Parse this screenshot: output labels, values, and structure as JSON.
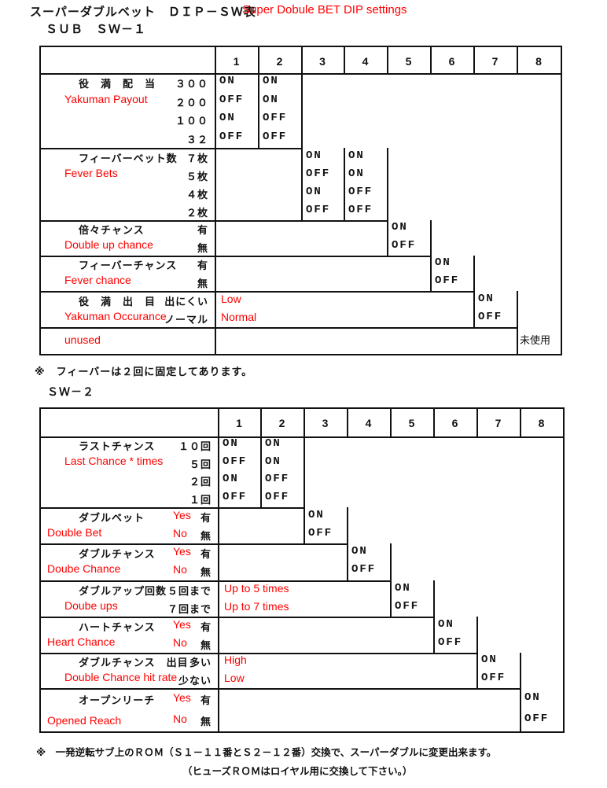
{
  "title": {
    "jp": "スーパーダブルベット　ＤＩＰ－ＳＷ表",
    "en": "Super Dobule BET DIP settings"
  },
  "sw1": {
    "heading": "ＳＵＢ　ＳＷ－１",
    "columns": [
      "1",
      "2",
      "3",
      "4",
      "5",
      "6",
      "7",
      "8"
    ],
    "groups": [
      {
        "label_jp": "役　満　配　当",
        "label_en": "Yakuman Payout",
        "cols": [
          1,
          2
        ],
        "options": [
          {
            "jp": "３００",
            "settings": [
              "ON",
              "ON"
            ]
          },
          {
            "jp": "２００",
            "settings": [
              "OFF",
              "ON"
            ]
          },
          {
            "jp": "１００",
            "settings": [
              "ON",
              "OFF"
            ]
          },
          {
            "jp": "３２",
            "settings": [
              "OFF",
              "OFF"
            ]
          }
        ]
      },
      {
        "label_jp": "フィーバーベット数",
        "label_en": "Fever Bets",
        "cols": [
          3,
          4
        ],
        "options": [
          {
            "jp": "７枚",
            "settings": [
              "ON",
              "ON"
            ]
          },
          {
            "jp": "５枚",
            "settings": [
              "OFF",
              "ON"
            ]
          },
          {
            "jp": "４枚",
            "settings": [
              "ON",
              "OFF"
            ]
          },
          {
            "jp": "２枚",
            "settings": [
              "OFF",
              "OFF"
            ]
          }
        ]
      },
      {
        "label_jp": "倍々チャンス",
        "label_en": "Double up chance",
        "cols": [
          5
        ],
        "options": [
          {
            "jp": "有",
            "settings": [
              "ON"
            ]
          },
          {
            "jp": "無",
            "settings": [
              "OFF"
            ]
          }
        ]
      },
      {
        "label_jp": "フィーバーチャンス",
        "label_en": "Fever chance",
        "cols": [
          6
        ],
        "options": [
          {
            "jp": "有",
            "settings": [
              "ON"
            ]
          },
          {
            "jp": "無",
            "settings": [
              "OFF"
            ]
          }
        ]
      },
      {
        "label_jp": "役　満　出　目",
        "label_en": "Yakuman Occurance",
        "cols": [
          7
        ],
        "options": [
          {
            "jp": "出にくい",
            "en_value": "Low",
            "settings": [
              "ON"
            ]
          },
          {
            "jp": "ノーマル",
            "en_value": "Normal",
            "settings": [
              "OFF"
            ]
          }
        ]
      },
      {
        "label_en": "unused",
        "cols": [
          8
        ],
        "options": [],
        "cell_text": "未使用"
      }
    ]
  },
  "note1": "※　フィーバーは２回に固定してあります。",
  "sw2": {
    "heading": "ＳＷ－２",
    "columns": [
      "1",
      "2",
      "3",
      "4",
      "5",
      "6",
      "7",
      "8"
    ],
    "groups": [
      {
        "label_jp": "ラストチャンス",
        "label_en": "Last Chance * times",
        "cols": [
          1,
          2
        ],
        "options": [
          {
            "jp": "１０回",
            "settings": [
              "ON",
              "ON"
            ]
          },
          {
            "jp": "５回",
            "settings": [
              "OFF",
              "ON"
            ]
          },
          {
            "jp": "２回",
            "settings": [
              "ON",
              "OFF"
            ]
          },
          {
            "jp": "１回",
            "settings": [
              "OFF",
              "OFF"
            ]
          }
        ]
      },
      {
        "label_jp": "ダブルベット",
        "label_en": "Double Bet",
        "cols": [
          3
        ],
        "options": [
          {
            "jp": "有",
            "en": "Yes",
            "settings": [
              "ON"
            ]
          },
          {
            "jp": "無",
            "en": "No",
            "settings": [
              "OFF"
            ]
          }
        ]
      },
      {
        "label_jp": "ダブルチャンス",
        "label_en": "Doube Chance",
        "cols": [
          4
        ],
        "options": [
          {
            "jp": "有",
            "en": "Yes",
            "settings": [
              "ON"
            ]
          },
          {
            "jp": "無",
            "en": "No",
            "settings": [
              "OFF"
            ]
          }
        ]
      },
      {
        "label_jp": "ダブルアップ回数",
        "label_en": "Doube ups",
        "cols": [
          5
        ],
        "options": [
          {
            "jp": "５回まで",
            "en_value": "Up to 5 times",
            "settings": [
              "ON"
            ]
          },
          {
            "jp": "７回まで",
            "en_value": "Up to 7 times",
            "settings": [
              "OFF"
            ]
          }
        ]
      },
      {
        "label_jp": "ハートチャンス",
        "label_en": "Heart Chance",
        "cols": [
          6
        ],
        "options": [
          {
            "jp": "有",
            "en": "Yes",
            "settings": [
              "ON"
            ]
          },
          {
            "jp": "無",
            "en": "No",
            "settings": [
              "OFF"
            ]
          }
        ]
      },
      {
        "label_jp": "ダブルチャンス　出目",
        "label_en": "Double Chance hit rate",
        "cols": [
          7
        ],
        "options": [
          {
            "jp": "多い",
            "en_value": "High",
            "settings": [
              "ON"
            ]
          },
          {
            "jp": "少ない",
            "en_value": "Low",
            "settings": [
              "OFF"
            ]
          }
        ]
      },
      {
        "label_jp": "オープンリーチ",
        "label_en": "Opened Reach",
        "cols": [
          8
        ],
        "options": [
          {
            "jp": "有",
            "en": "Yes",
            "settings": [
              "ON"
            ]
          },
          {
            "jp": "無",
            "en": "No",
            "settings": [
              "OFF"
            ]
          }
        ]
      }
    ]
  },
  "note2": "※　一発逆転サブ上のＲＯＭ（Ｓ１－１１番とＳ２－１２番）交換で、スーパーダブルに変更出来ます。",
  "note3": "（ヒューズＲＯＭはロイヤル用に交換して下さい。）"
}
